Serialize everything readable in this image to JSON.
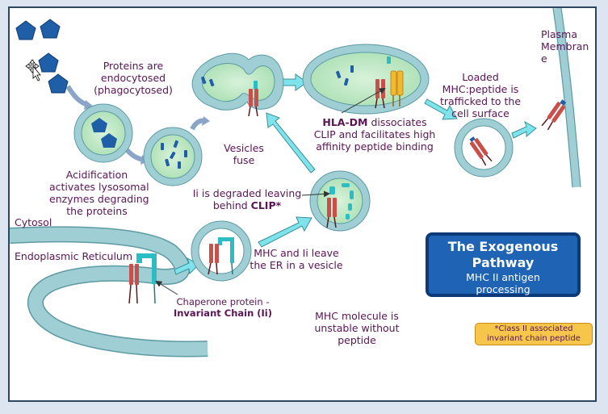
{
  "labels": {
    "endocytosed": "Proteins are\nendocytosed\n(phagocytosed)",
    "acidification": "Acidification\nactivates lysosomal\nenzymes degrading\nthe proteins",
    "vesicles_fuse": "Vesicles\nfuse",
    "hla_dm_prefix": "HLA-DM",
    "hla_dm_rest": " dissociates\nCLIP and facilitates high\naffinity peptide binding",
    "loaded": "Loaded\nMHC:peptide is\ntrafficked to the\ncell surface",
    "plasma_membrane": "Plasma\nMembran\ne",
    "ii_degraded_prefix": "Ii is degraded leaving\nbehind ",
    "clip": "CLIP*",
    "cytosol": "Cytosol",
    "er": "Endoplasmic Reticulum",
    "mhc_ii_leave": "MHC and Ii leave\nthe ER in a vesicle",
    "chaperone": "Chaperone protein -",
    "invariant_chain": "Invariant Chain (Ii)",
    "unstable": "MHC molecule is\nunstable without\npeptide"
  },
  "title_box": {
    "title": "The Exogenous\nPathway",
    "subtitle": "MHC II antigen\nprocessing"
  },
  "note": "*Class II associated\ninvariant chain peptide",
  "colors": {
    "text": "#5a1555",
    "membrane": "#9fcfd4",
    "membrane_edge": "#5d9aa3",
    "lumen": "#bfe8c4",
    "arrow": "#7fe3ec",
    "protein": "#1f5fa8",
    "mhc": "#c9504a",
    "invariant_chain": "#2bbcc4",
    "hla_dm": "#f1b932",
    "title_box": "#1e63b4",
    "note_box": "#f6c64a"
  }
}
